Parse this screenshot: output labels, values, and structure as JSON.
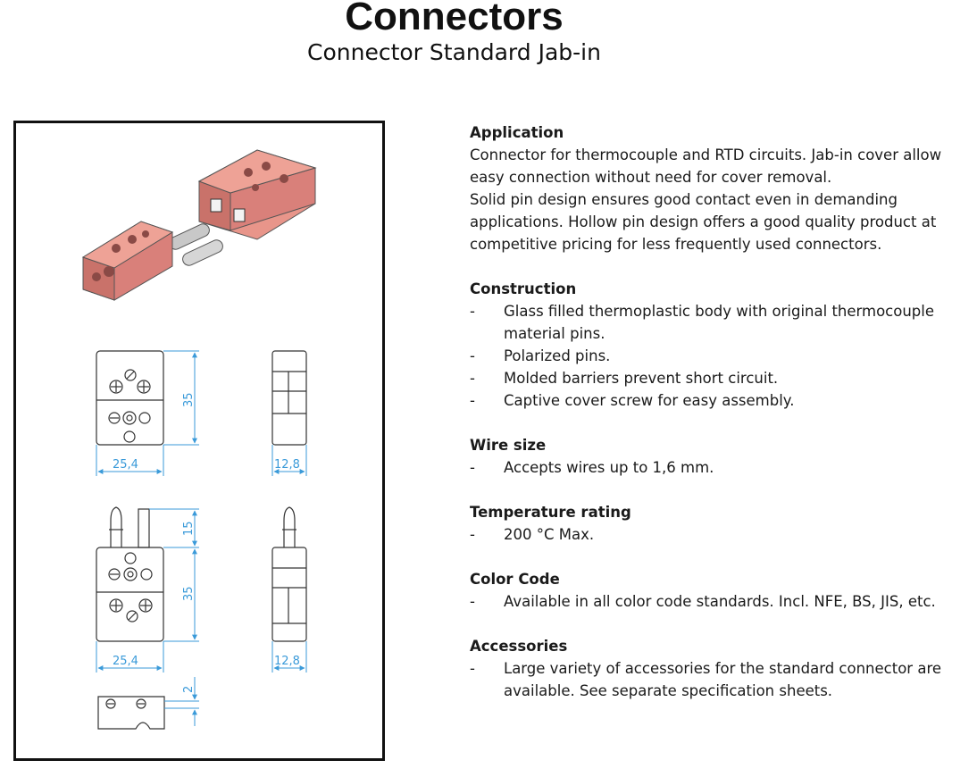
{
  "header": {
    "title": "Connectors",
    "subtitle": "Connector Standard Jab-in"
  },
  "figure": {
    "dimensions": {
      "female_width": "25,4",
      "female_height": "35",
      "female_depth": "12,8",
      "male_pin": "15",
      "male_height": "35",
      "male_width": "25,4",
      "male_depth": "12,8",
      "bottom_offset": "2"
    },
    "colors": {
      "body": "#e8958a",
      "body_dark": "#c9726a",
      "dimension": "#3a9ad9"
    }
  },
  "sections": [
    {
      "heading": "Application",
      "paragraphs": [
        "Connector for thermocouple and RTD circuits. Jab-in cover allow easy connection without need for cover removal.",
        "Solid pin design ensures good contact even in demanding applications. Hollow pin design offers a good quality product at competitive pricing for less frequently used connectors."
      ]
    },
    {
      "heading": "Construction",
      "bullets": [
        "Glass filled thermoplastic body with original thermocouple material pins.",
        "Polarized pins.",
        "Molded barriers prevent short circuit.",
        "Captive cover screw for easy assembly."
      ]
    },
    {
      "heading": "Wire size",
      "bullets": [
        "Accepts wires up to 1,6 mm."
      ]
    },
    {
      "heading": "Temperature rating",
      "bullets": [
        "200 °C Max."
      ]
    },
    {
      "heading": "Color Code",
      "bullets": [
        "Available in all color code standards. Incl. NFE, BS, JIS, etc."
      ]
    },
    {
      "heading": "Accessories",
      "bullets": [
        "Large variety of accessories for the standard connector are available. See separate specification sheets."
      ]
    }
  ],
  "bullet_marker": "-"
}
